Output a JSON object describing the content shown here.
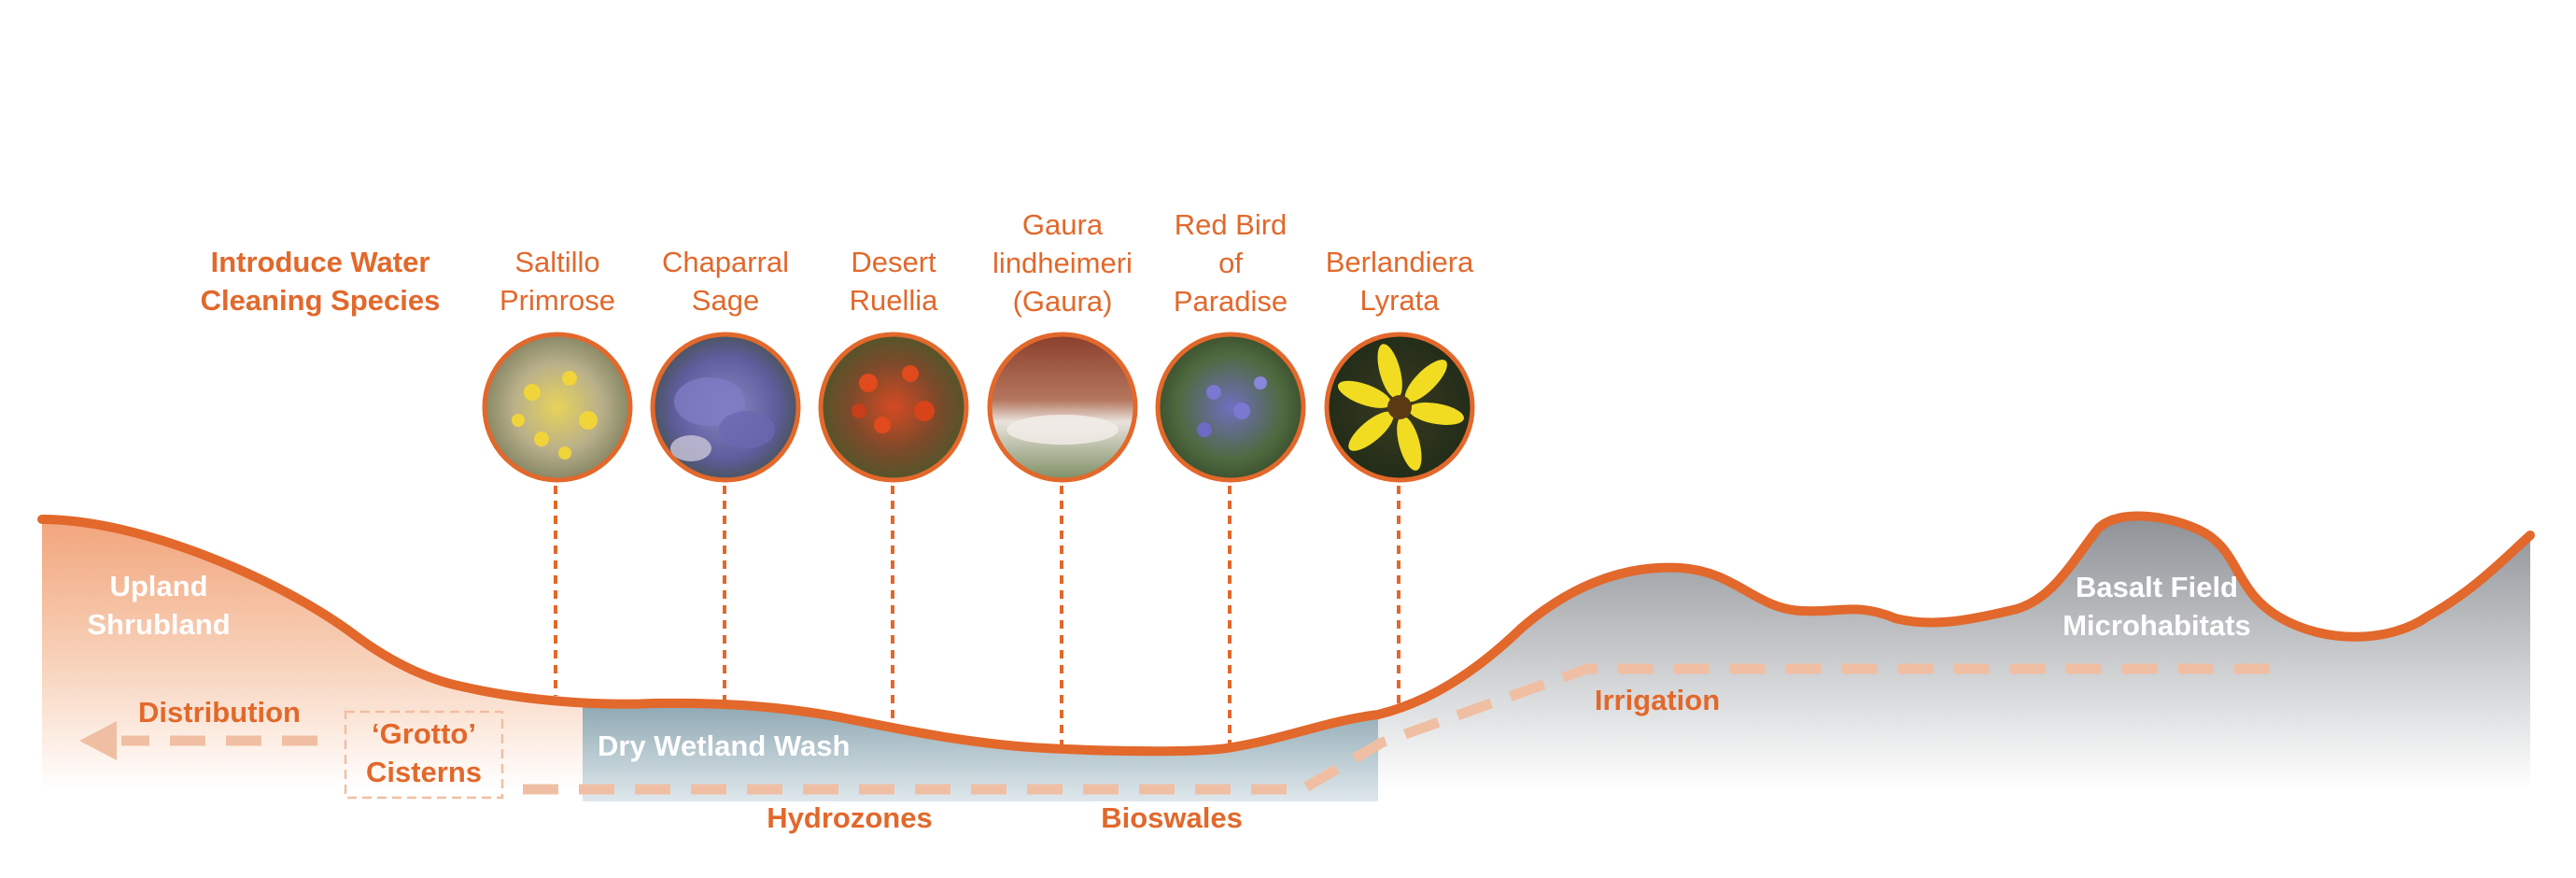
{
  "heading": "Introduce Water\nCleaning Species",
  "species": [
    {
      "name": "Saltillo\nPrimrose",
      "photo": "yellow-shrub-photo"
    },
    {
      "name": "Chaparral\nSage",
      "photo": "purple-sage-photo"
    },
    {
      "name": "Desert\nRuellia",
      "photo": "red-flower-photo"
    },
    {
      "name": "Gaura\nlindheimeri\n(Gaura)",
      "photo": "white-gaura-photo"
    },
    {
      "name": "Red Bird\nof\nParadise",
      "photo": "blue-flower-photo"
    },
    {
      "name": "Berlandiera\nLyrata",
      "photo": "yellow-daisy-photo"
    }
  ],
  "zones": {
    "upland": "Upland\nShrubland",
    "wetland": "Dry Wetland Wash",
    "basalt": "Basalt Field\nMicrohabitats"
  },
  "labels": {
    "distribution": "Distribution",
    "cisterns": "‘Grotto’\nCisterns",
    "hydrozones": "Hydrozones",
    "bioswales": "Bioswales",
    "irrigation": "Irrigation"
  },
  "colors": {
    "accent": "#e2682b",
    "pipe": "#f0bfa3",
    "wetland": "#8fa8b3",
    "rock": "#8e9196"
  }
}
